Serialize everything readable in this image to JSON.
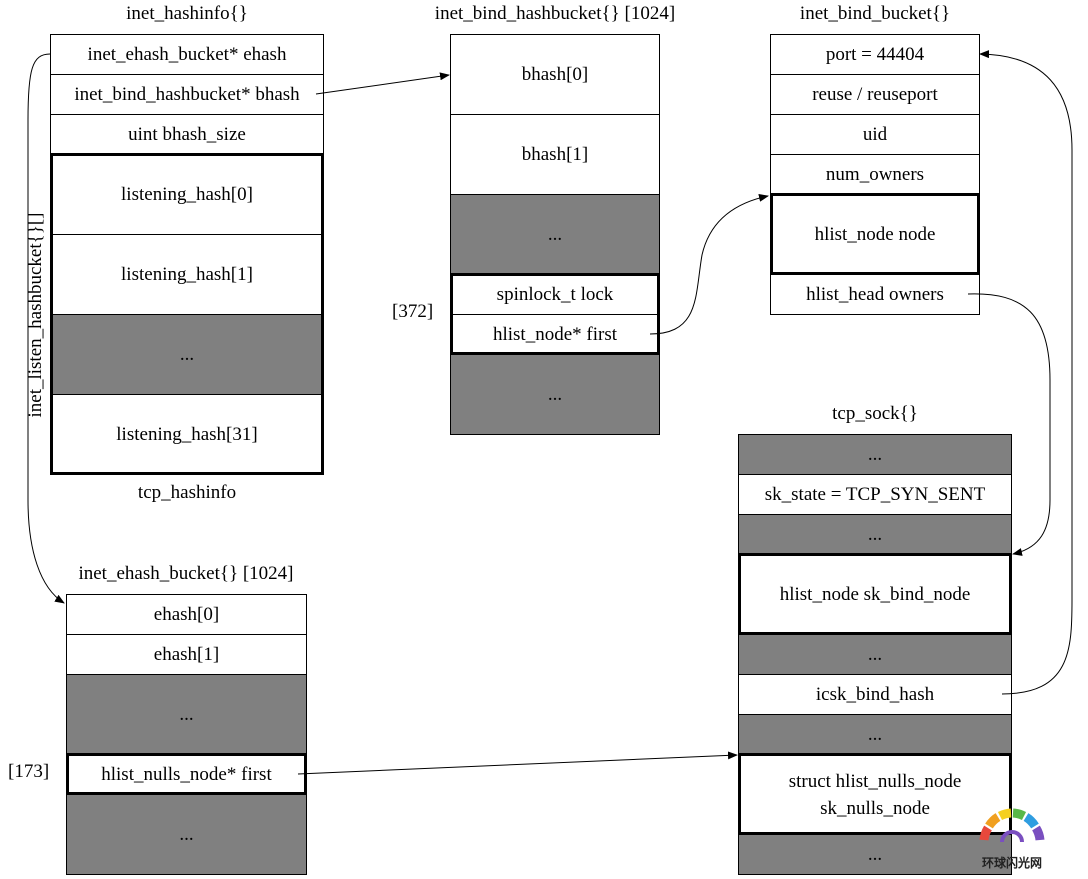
{
  "titles": {
    "hashinfo": "inet_hashinfo{}",
    "hashinfo_footer": "tcp_hashinfo",
    "bhash_table": "inet_bind_hashbucket{} [1024]",
    "bind_bucket": "inet_bind_bucket{}",
    "tcp_sock": "tcp_sock{}",
    "ehash_table": "inet_ehash_bucket{} [1024]",
    "listen_vertical": "inet_listen_hashbucket{}[]"
  },
  "hashinfo_fields": [
    "inet_ehash_bucket* ehash",
    "inet_bind_hashbucket* bhash",
    "uint bhash_size",
    "listening_hash[0]",
    "listening_hash[1]",
    "...",
    "listening_hash[31]"
  ],
  "bhash_fields": [
    "bhash[0]",
    "bhash[1]",
    "...",
    "spinlock_t lock",
    "hlist_node* first",
    "..."
  ],
  "bhash_index": "[372]",
  "bind_bucket_fields": [
    "port = 44404",
    "reuse / reuseport",
    "uid",
    "num_owners",
    "hlist_node node",
    "hlist_head owners"
  ],
  "tcp_sock_fields": [
    "...",
    "sk_state = TCP_SYN_SENT",
    "...",
    "hlist_node sk_bind_node",
    "...",
    "icsk_bind_hash",
    "...",
    "struct hlist_nulls_node\nsk_nulls_node",
    "..."
  ],
  "ehash_fields": [
    "ehash[0]",
    "ehash[1]",
    "...",
    "hlist_nulls_node* first",
    "..."
  ],
  "ehash_index": "[173]",
  "watermark": {
    "text": "环球闪光网",
    "colors": [
      "#e8483c",
      "#f0a020",
      "#f5d020",
      "#58b848",
      "#2f9de0",
      "#7a4fc0"
    ]
  },
  "colors": {
    "gray_cell": "#808080",
    "line": "#000000"
  }
}
